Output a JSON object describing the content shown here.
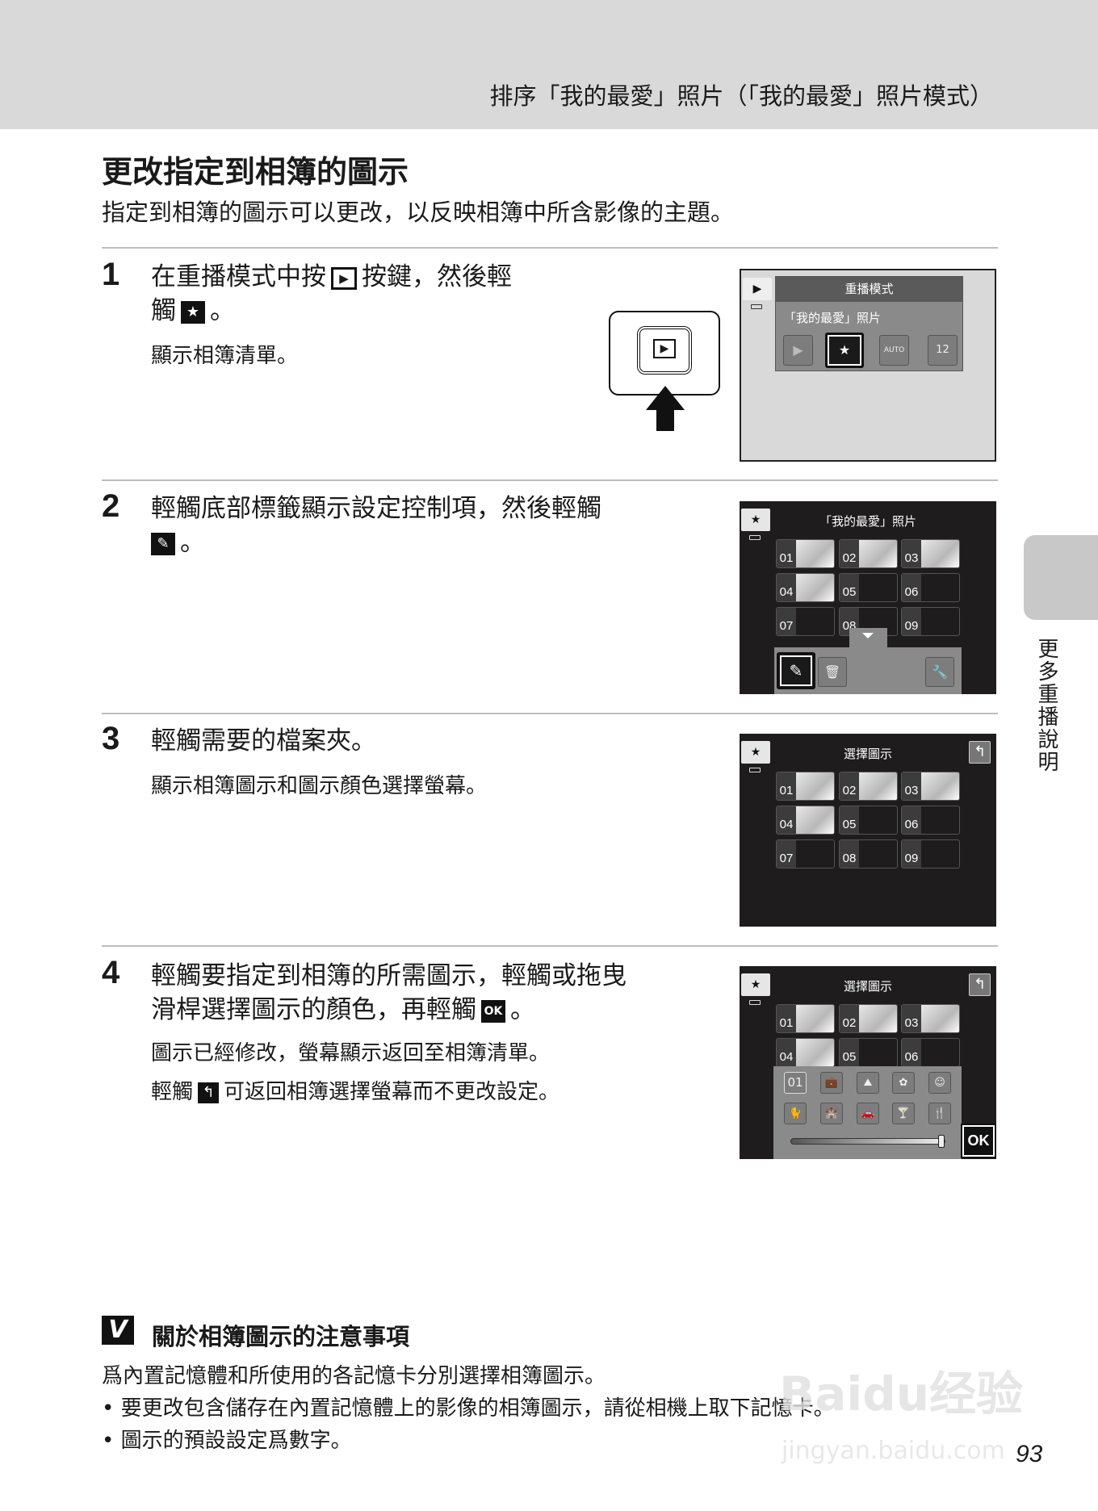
{
  "header": {
    "section_title": "排序「我的最愛」照片（「我的最愛」照片模式）"
  },
  "title": "更改指定到相簿的圖示",
  "subtitle": "指定到相簿的圖示可以更改，以反映相簿中所含影像的主題。",
  "steps": [
    {
      "num": "1",
      "line1a": "在重播模式中按",
      "line1b": "按鍵，然後輕",
      "line2a": "觸",
      "line2b": "。",
      "sub": "顯示相簿清單。"
    },
    {
      "num": "2",
      "line1": "輕觸底部標籤顯示設定控制項，然後輕觸",
      "line2b": "。"
    },
    {
      "num": "3",
      "line1": "輕觸需要的檔案夾。",
      "sub": "顯示相簿圖示和圖示顏色選擇螢幕。"
    },
    {
      "num": "4",
      "line1": "輕觸要指定到相簿的所需圖示，輕觸或拖曳",
      "line2a": "滑桿選擇圖示的顏色，再輕觸",
      "line2b": "。",
      "sub1": "圖示已經修改，螢幕顯示返回至相簿清單。",
      "sub2a": "輕觸",
      "sub2b": "可返回相簿選擇螢幕而不更改設定。"
    }
  ],
  "icons": {
    "play": "▶",
    "star": "★",
    "ok": "OK",
    "back": "↰",
    "edit": "✎",
    "trash": "🗑",
    "wrench": "🔧",
    "check": "V"
  },
  "screen1": {
    "menu_title": "重播模式",
    "menu_item": "「我的最愛」照片",
    "auto_label": "AUTO",
    "calendar_label": "12"
  },
  "screen2": {
    "title": "「我的最愛」照片",
    "tiles": [
      "01",
      "02",
      "03",
      "04",
      "05",
      "06",
      "07",
      "08",
      "09"
    ]
  },
  "screen3": {
    "title": "選擇圖示",
    "tiles": [
      "01",
      "02",
      "03",
      "04",
      "05",
      "06",
      "07",
      "08",
      "09"
    ]
  },
  "screen4": {
    "title": "選擇圖示",
    "tiles": [
      "01",
      "02",
      "03",
      "04",
      "05",
      "06"
    ],
    "icon_selected": "01",
    "slider_value": 1.0
  },
  "side_tab": "更多重播說明",
  "note": {
    "heading": "關於相簿圖示的注意事項",
    "intro": "爲內置記憶體和所使用的各記憶卡分別選擇相簿圖示。",
    "bullets": [
      "要更改包含儲存在內置記憶體上的影像的相簿圖示，請從相機上取下記憶卡。",
      "圖示的預設設定爲數字。"
    ]
  },
  "page_number": "93",
  "watermark": {
    "logo": "Baidu经验",
    "url": "jingyan.baidu.com"
  }
}
